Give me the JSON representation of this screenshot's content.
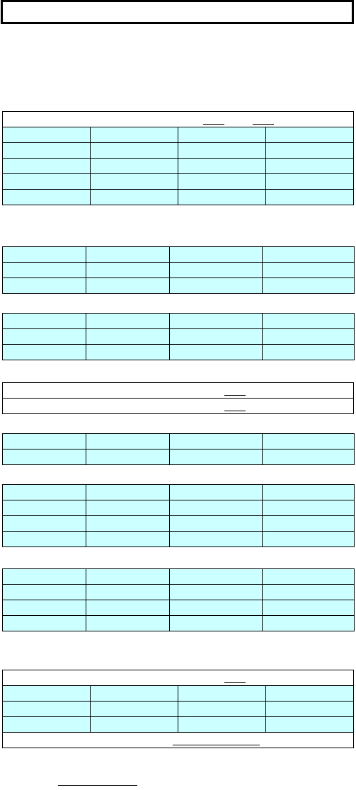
{
  "document": {
    "title": "",
    "blocks": [
      {
        "id": "A",
        "header_rows": 1,
        "data_rows": 5
      },
      {
        "id": "B",
        "header_rows": 0,
        "data_rows": 3
      },
      {
        "id": "C",
        "header_rows": 0,
        "data_rows": 3
      },
      {
        "id": "D",
        "header_rows": 2,
        "data_rows": 0
      },
      {
        "id": "E",
        "header_rows": 0,
        "data_rows": 2
      },
      {
        "id": "F",
        "header_rows": 0,
        "data_rows": 4
      },
      {
        "id": "G",
        "header_rows": 0,
        "data_rows": 4
      },
      {
        "id": "H",
        "header_rows": 1,
        "data_rows": 3,
        "footer_rows": 1
      }
    ]
  },
  "colors": {
    "cell_fill": "#ccffff",
    "border": "#000000",
    "background": "#ffffff"
  }
}
